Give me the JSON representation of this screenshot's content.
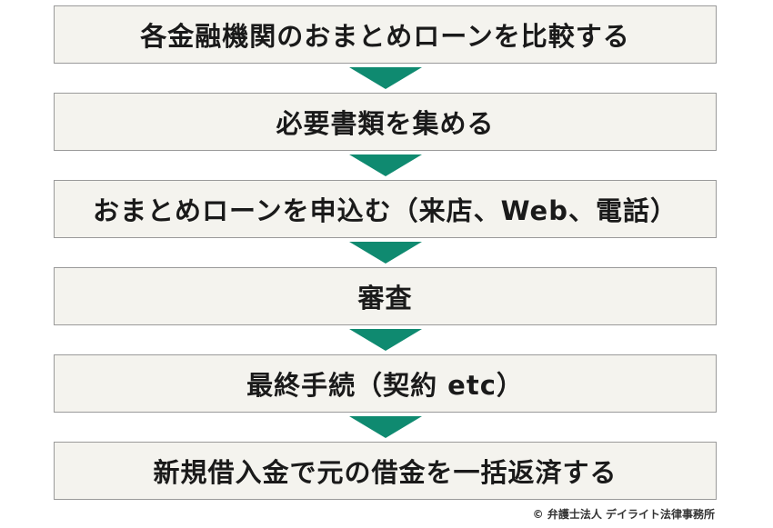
{
  "colors": {
    "box_fill": "#f4f3ee",
    "box_border": "#9a9a9a",
    "arrow": "#0f8a70",
    "text": "#1a1a1a"
  },
  "steps": [
    {
      "label": "各金融機関のおまとめローンを比較する"
    },
    {
      "label": "必要書類を集める"
    },
    {
      "label": "おまとめローンを申込む（来店、Web、電話）"
    },
    {
      "label": "審査"
    },
    {
      "label": "最終手続（契約 etc）"
    },
    {
      "label": "新規借入金で元の借金を一括返済する"
    }
  ],
  "copyright": "© 弁護士法人 デイライト法律事務所"
}
